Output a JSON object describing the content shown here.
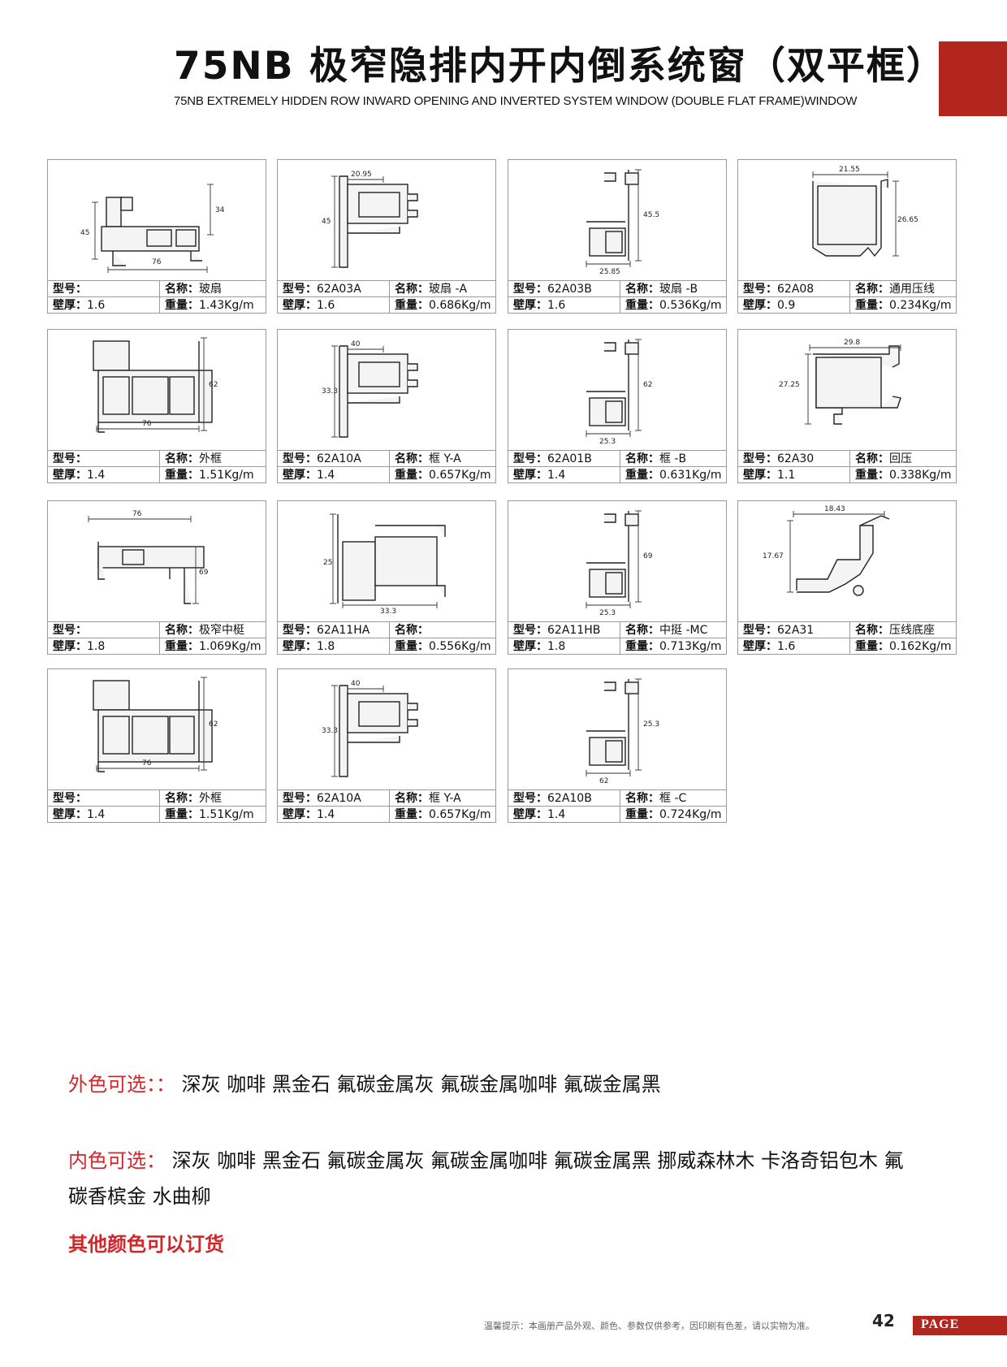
{
  "header": {
    "title_cn": "75NB 极窄隐排内开内倒系统窗（双平框）",
    "title_en": "75NB EXTREMELY HIDDEN ROW INWARD OPENING AND INVERTED SYSTEM WINDOW (DOUBLE FLAT FRAME)WINDOW"
  },
  "labels": {
    "model": "型号：",
    "name": "名称：",
    "wall": "壁厚：",
    "weight": "重量："
  },
  "profiles": [
    {
      "model": "",
      "name": "玻扇",
      "wall": "1.6",
      "weight": "1.43Kg/m",
      "dims": [
        "34",
        "45",
        "76"
      ]
    },
    {
      "model": "62A03A",
      "name": "玻扇 -A",
      "wall": "1.6",
      "weight": "0.686Kg/m",
      "dims": [
        "20.95",
        "45"
      ]
    },
    {
      "model": "62A03B",
      "name": "玻扇 -B",
      "wall": "1.6",
      "weight": "0.536Kg/m",
      "dims": [
        "45.5",
        "25.85"
      ]
    },
    {
      "model": "62A08",
      "name": "通用压线",
      "wall": "0.9",
      "weight": "0.234Kg/m",
      "dims": [
        "21.55",
        "26.65"
      ]
    },
    {
      "model": "",
      "name": "外框",
      "wall": "1.4",
      "weight": "1.51Kg/m",
      "dims": [
        "62",
        "76"
      ]
    },
    {
      "model": "62A10A",
      "name": "框 Y-A",
      "wall": "1.4",
      "weight": "0.657Kg/m",
      "dims": [
        "40",
        "33.3"
      ]
    },
    {
      "model": "62A01B",
      "name": "框 -B",
      "wall": "1.4",
      "weight": "0.631Kg/m",
      "dims": [
        "62",
        "25.3"
      ]
    },
    {
      "model": "62A30",
      "name": "回压",
      "wall": "1.1",
      "weight": "0.338Kg/m",
      "dims": [
        "29.8",
        "27.25"
      ]
    },
    {
      "model": "",
      "name": "极窄中梃",
      "wall": "1.8",
      "weight": "1.069Kg/m",
      "dims": [
        "76",
        "69"
      ]
    },
    {
      "model": "62A11HA",
      "name": "",
      "wall": "1.8",
      "weight": "0.556Kg/m",
      "dims": [
        "25",
        "33.3"
      ]
    },
    {
      "model": "62A11HB",
      "name": "中挺 -MC",
      "wall": "1.8",
      "weight": "0.713Kg/m",
      "dims": [
        "69",
        "25.3"
      ]
    },
    {
      "model": "62A31",
      "name": "压线底座",
      "wall": "1.6",
      "weight": "0.162Kg/m",
      "dims": [
        "18.43",
        "17.67"
      ]
    },
    {
      "model": "",
      "name": "外框",
      "wall": "1.4",
      "weight": "1.51Kg/m",
      "dims": [
        "62",
        "76"
      ]
    },
    {
      "model": "62A10A",
      "name": "框 Y-A",
      "wall": "1.4",
      "weight": "0.657Kg/m",
      "dims": [
        "40",
        "33.3"
      ]
    },
    {
      "model": "62A10B",
      "name": "框 -C",
      "wall": "1.4",
      "weight": "0.724Kg/m",
      "dims": [
        "25.3",
        "62"
      ]
    }
  ],
  "colors": {
    "outer_label": "外色可选：：",
    "outer_value": "深灰 咖啡 黑金石 氟碳金属灰 氟碳金属咖啡 氟碳金属黑",
    "inner_label": "内色可选：",
    "inner_value_line1": "深灰 咖啡 黑金石 氟碳金属灰 氟碳金属咖啡 氟碳金属黑 挪威森林木 卡洛奇铝包木 氟",
    "inner_value_line2": "碳香槟金 水曲柳",
    "order_note": "其他颜色可以订货"
  },
  "footer": {
    "note": "温馨提示：本画册产品外观、颜色、参数仅供参考，因印刷有色差，请以实物为准。",
    "page_number": "42",
    "page_label": "PAGE"
  },
  "theme": {
    "accent": "#b3261e",
    "highlight_text": "#d3262a"
  }
}
